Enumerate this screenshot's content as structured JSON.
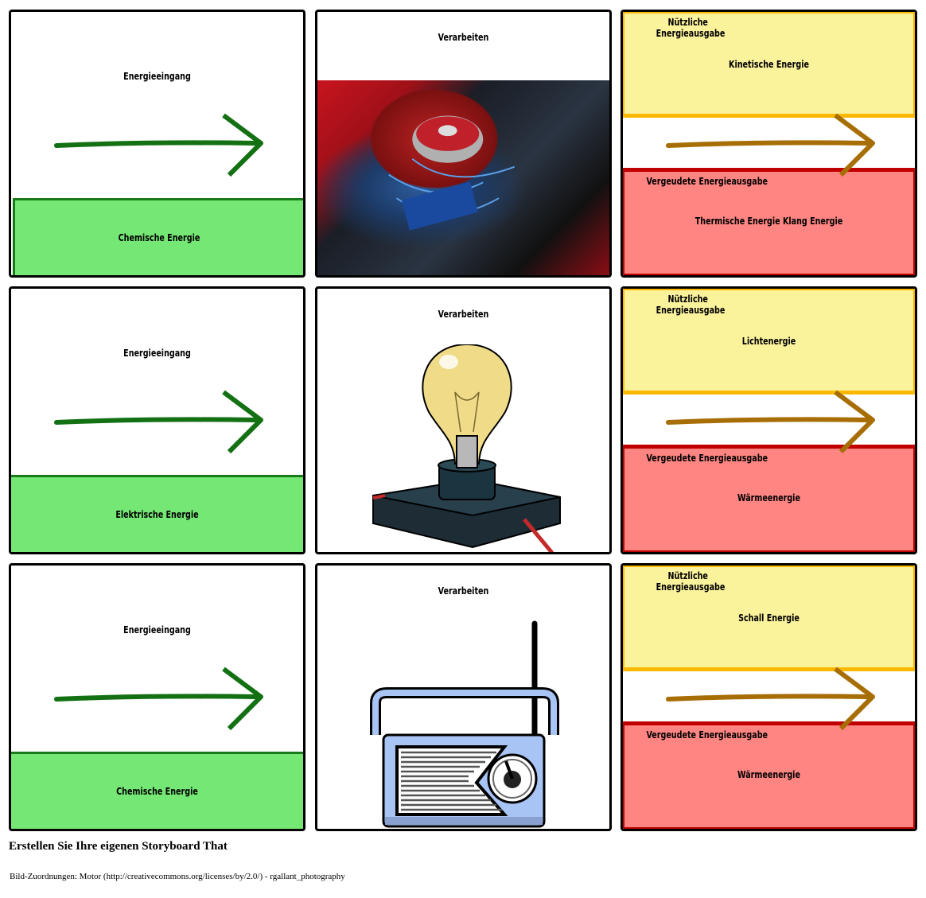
{
  "colors": {
    "input_green": "#74e774",
    "useful_yellow": "#fbf29c",
    "wasted_red": "#fe8582",
    "green_arrow": "#137113",
    "brown_arrow": "#a86e06"
  },
  "rows": [
    {
      "input_title": "Energieeingang",
      "input_value": "Chemische Energie",
      "process_title": "Verarbeiten",
      "process_image": "car-engine",
      "useful_title_1": "Nützliche",
      "useful_title_2": "Energieausgabe",
      "useful_value": "Kinetische Energie",
      "wasted_title": "Vergeudete Energieausgabe",
      "wasted_value": "Thermische Energie Klang Energie"
    },
    {
      "input_title": "Energieeingang",
      "input_value": "Elektrische Energie",
      "process_title": "Verarbeiten",
      "process_image": "light-bulb",
      "useful_title_1": "Nützliche",
      "useful_title_2": "Energieausgabe",
      "useful_value": "Lichtenergie",
      "wasted_title": "Vergeudete Energieausgabe",
      "wasted_value": "Wärmeenergie"
    },
    {
      "input_title": "Energieeingang",
      "input_value": "Chemische Energie",
      "process_title": "Verarbeiten",
      "process_image": "radio",
      "useful_title_1": "Nützliche",
      "useful_title_2": "Energieausgabe",
      "useful_value": "Schall Energie",
      "wasted_title": "Vergeudete Energieausgabe",
      "wasted_value": "Wärmeenergie"
    }
  ],
  "footer": {
    "title": "Erstellen Sie Ihre eigenen Storyboard That",
    "credit": "Bild-Zuordnungen: Motor (http://creativecommons.org/licenses/by/2.0/) - rgallant_photography"
  }
}
